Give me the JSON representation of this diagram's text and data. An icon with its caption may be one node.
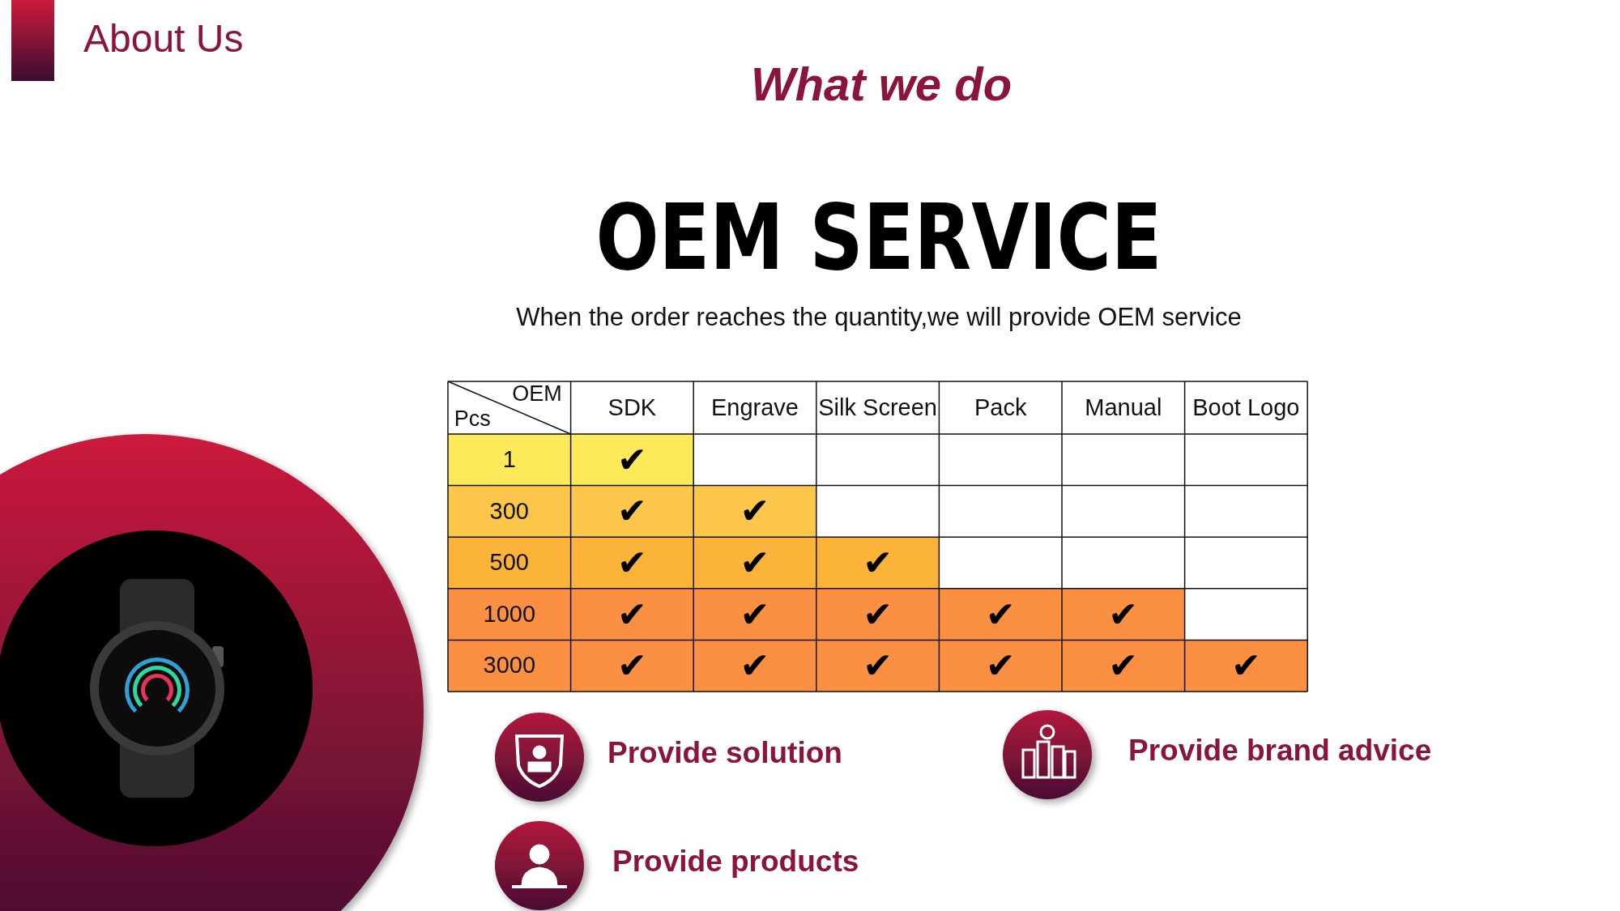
{
  "diagram": {
    "labels": [
      "About Us",
      "What we do",
      "OEM SERVICE",
      "When the order reaches the quantity,we will provide OEM service",
      "OEM",
      "Pcs",
      "SDK",
      "Engrave",
      "Silk Screen",
      "Pack",
      "Manual",
      "Boot Logo",
      "1",
      "✔",
      "300",
      "✔",
      "✔",
      "500",
      "✔",
      "✔",
      "✔",
      "1000",
      "✔",
      "✔",
      "✔",
      "✔",
      "✔",
      "3000",
      "✔",
      "✔",
      "✔",
      "✔",
      "✔",
      "✔",
      "Provide solution",
      "Provide brand advice",
      "Provide products"
    ]
  }
}
